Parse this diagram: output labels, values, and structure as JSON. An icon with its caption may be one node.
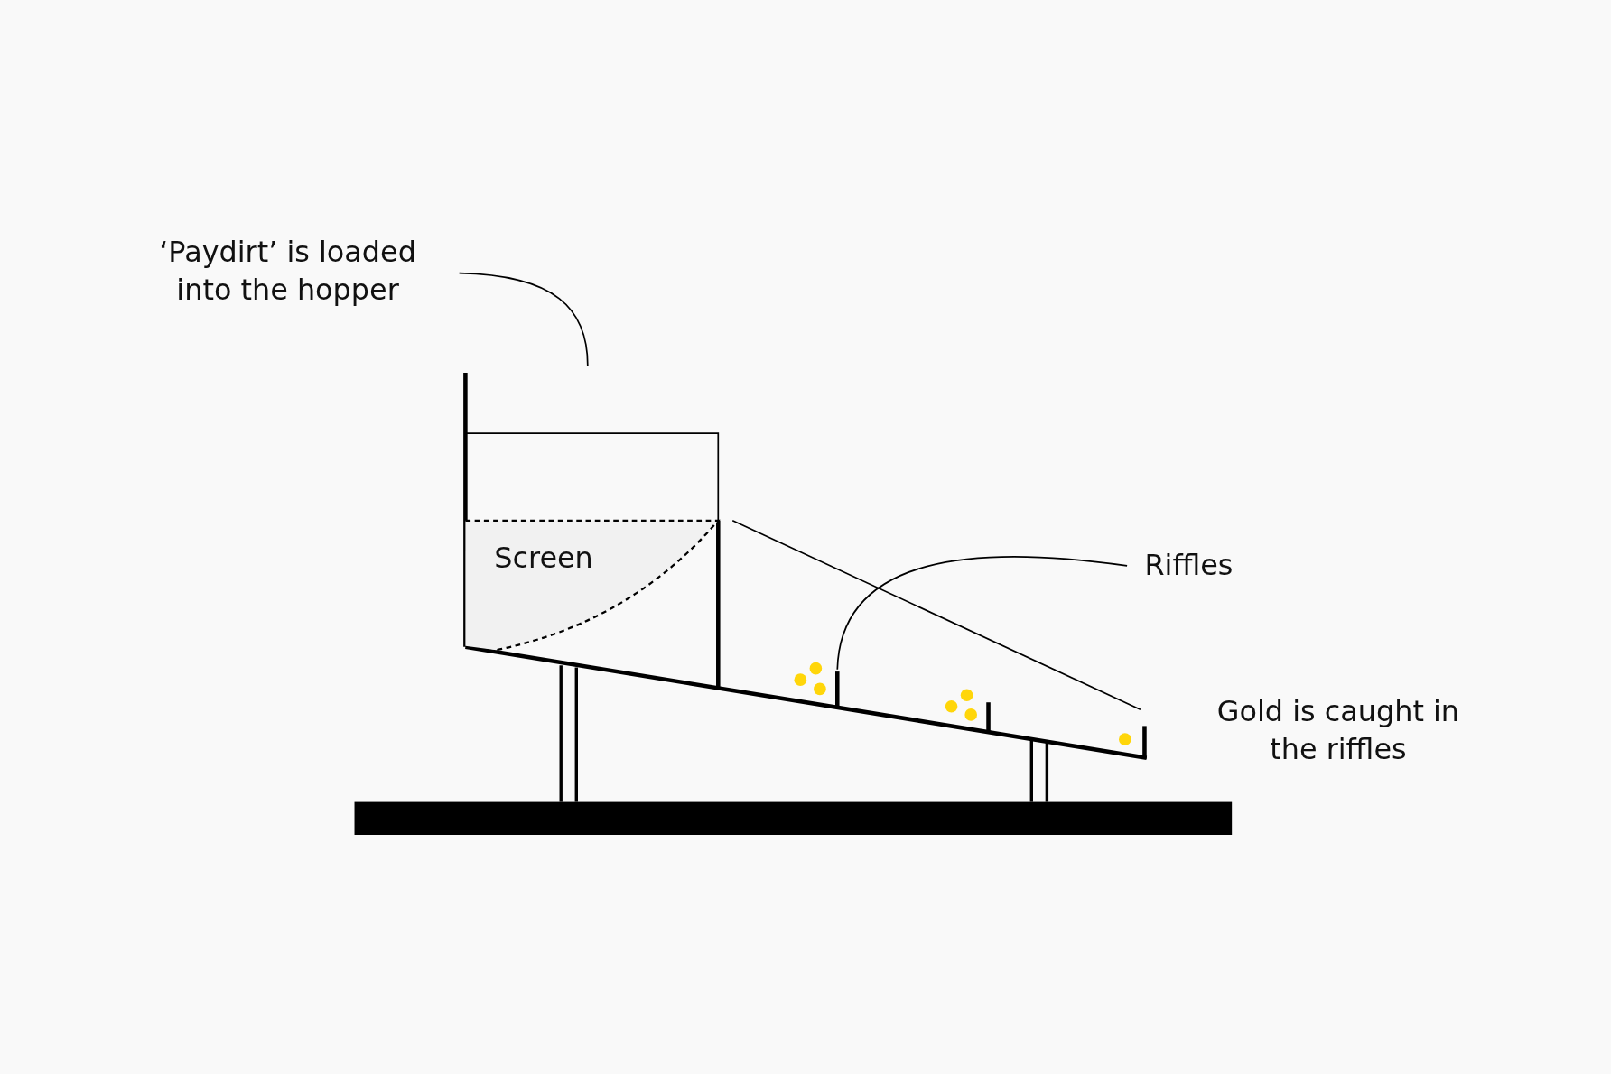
{
  "diagram": {
    "nodes": [
      {
        "text": [
          "‘Paydirt’ is loaded into the hopper"
        ]
      },
      {
        "text": [],
        "shape": "box"
      },
      {
        "text": [
          "Screen"
        ],
        "in": 1
      },
      {
        "text": [
          "Riffles"
        ]
      },
      {
        "text": [],
        "shape": "bar"
      }
    ],
    "edges": [
      {
        "from": 0,
        "to": 1,
        "arrow": "none"
      },
      {
        "from": 3,
        "to": 4,
        "arrow": "none"
      }
    ],
    "labels": [
      "Gold is caught in the riffles"
    ]
  }
}
